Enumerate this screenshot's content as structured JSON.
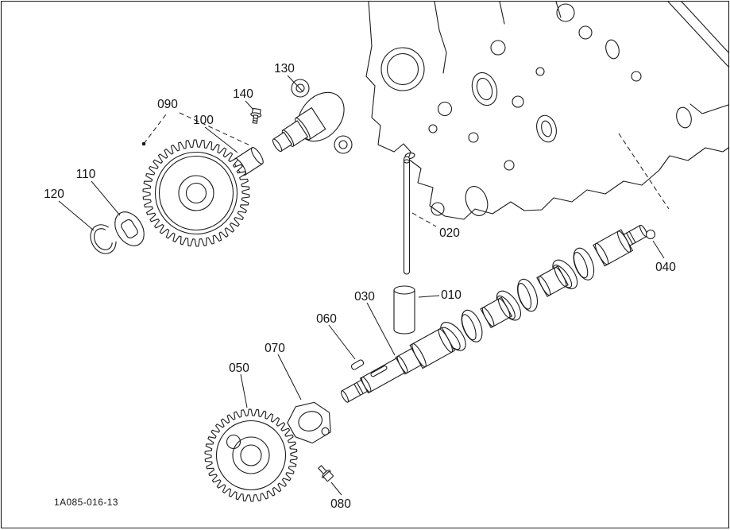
{
  "page": {
    "drawing_number": "1A085-016-13",
    "background": "#ffffff",
    "line_color": "#1b1b1b"
  },
  "part_labels": [
    "010",
    "020",
    "030",
    "040",
    "050",
    "060",
    "070",
    "080",
    "090",
    "100",
    "110",
    "120",
    "130",
    "140"
  ]
}
